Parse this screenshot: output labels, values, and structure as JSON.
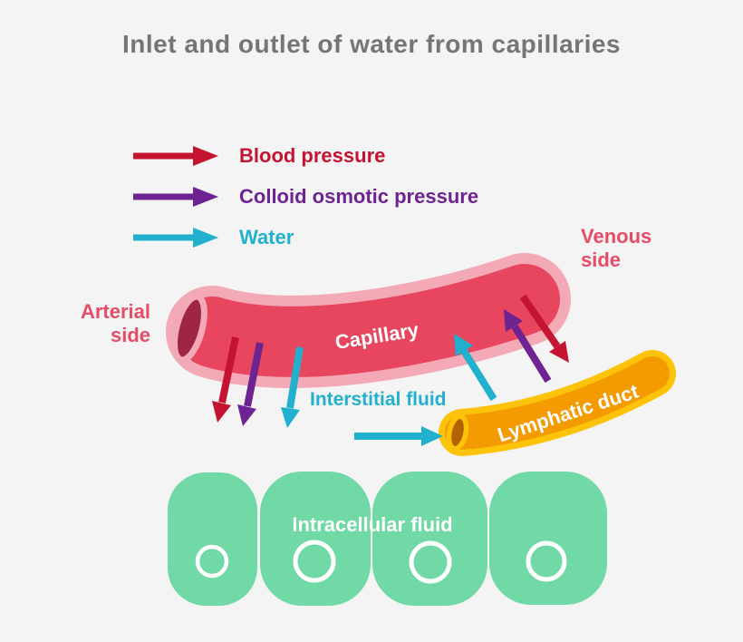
{
  "title": "Inlet and outlet of water from capillaries",
  "legend": {
    "items": [
      {
        "label": "Blood pressure"
      },
      {
        "label": "Colloid osmotic pressure"
      },
      {
        "label": "Water"
      }
    ]
  },
  "labels": {
    "arterial_side": "Arterial side",
    "venous_side": "Venous side",
    "capillary": "Capillary",
    "interstitial_fluid": "Interstitial fluid",
    "lymphatic_duct": "Lymphatic duct",
    "intracellular_fluid": "Intracellular fluid"
  },
  "colors": {
    "background": "#f5f4f4",
    "title_text": "#757575",
    "blood_pressure": "#c41431",
    "colloid_osmotic_pressure": "#6d2391",
    "water": "#21b0ce",
    "side_label": "#e64c66",
    "capillary_fill": "#e8455f",
    "capillary_outline": "#f4a9b6",
    "capillary_opening": "#9e2543",
    "lymph_fill": "#f39b00",
    "lymph_outline": "#fdc308",
    "lymph_opening": "#b36200",
    "cell_fill": "#70d9a6",
    "nucleus_stroke": "#ffffff"
  }
}
